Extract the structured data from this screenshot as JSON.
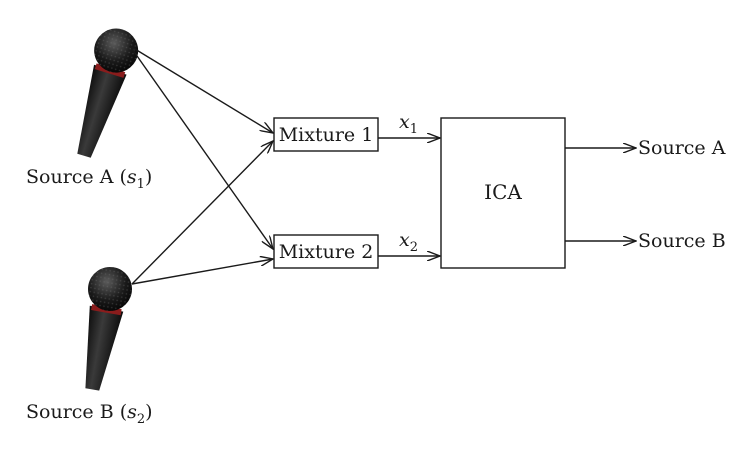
{
  "sources": [
    {
      "label": "Source A (",
      "var": "s",
      "sub": "1",
      "close": ")"
    },
    {
      "label": "Source B (",
      "var": "s",
      "sub": "2",
      "close": ")"
    }
  ],
  "mixtures": [
    {
      "label": "Mixture 1",
      "signal_var": "x",
      "signal_sub": "1"
    },
    {
      "label": "Mixture 2",
      "signal_var": "x",
      "signal_sub": "2"
    }
  ],
  "ica": {
    "label": "ICA"
  },
  "outputs": [
    {
      "label": "Source A"
    },
    {
      "label": "Source B"
    }
  ],
  "colors": {
    "mic_body": "#1c1c1c",
    "mic_head": "#111111",
    "mic_ring": "#8a1c1c",
    "stroke": "#1a1a1a"
  },
  "icons": [
    "microphone-icon",
    "microphone-icon"
  ]
}
